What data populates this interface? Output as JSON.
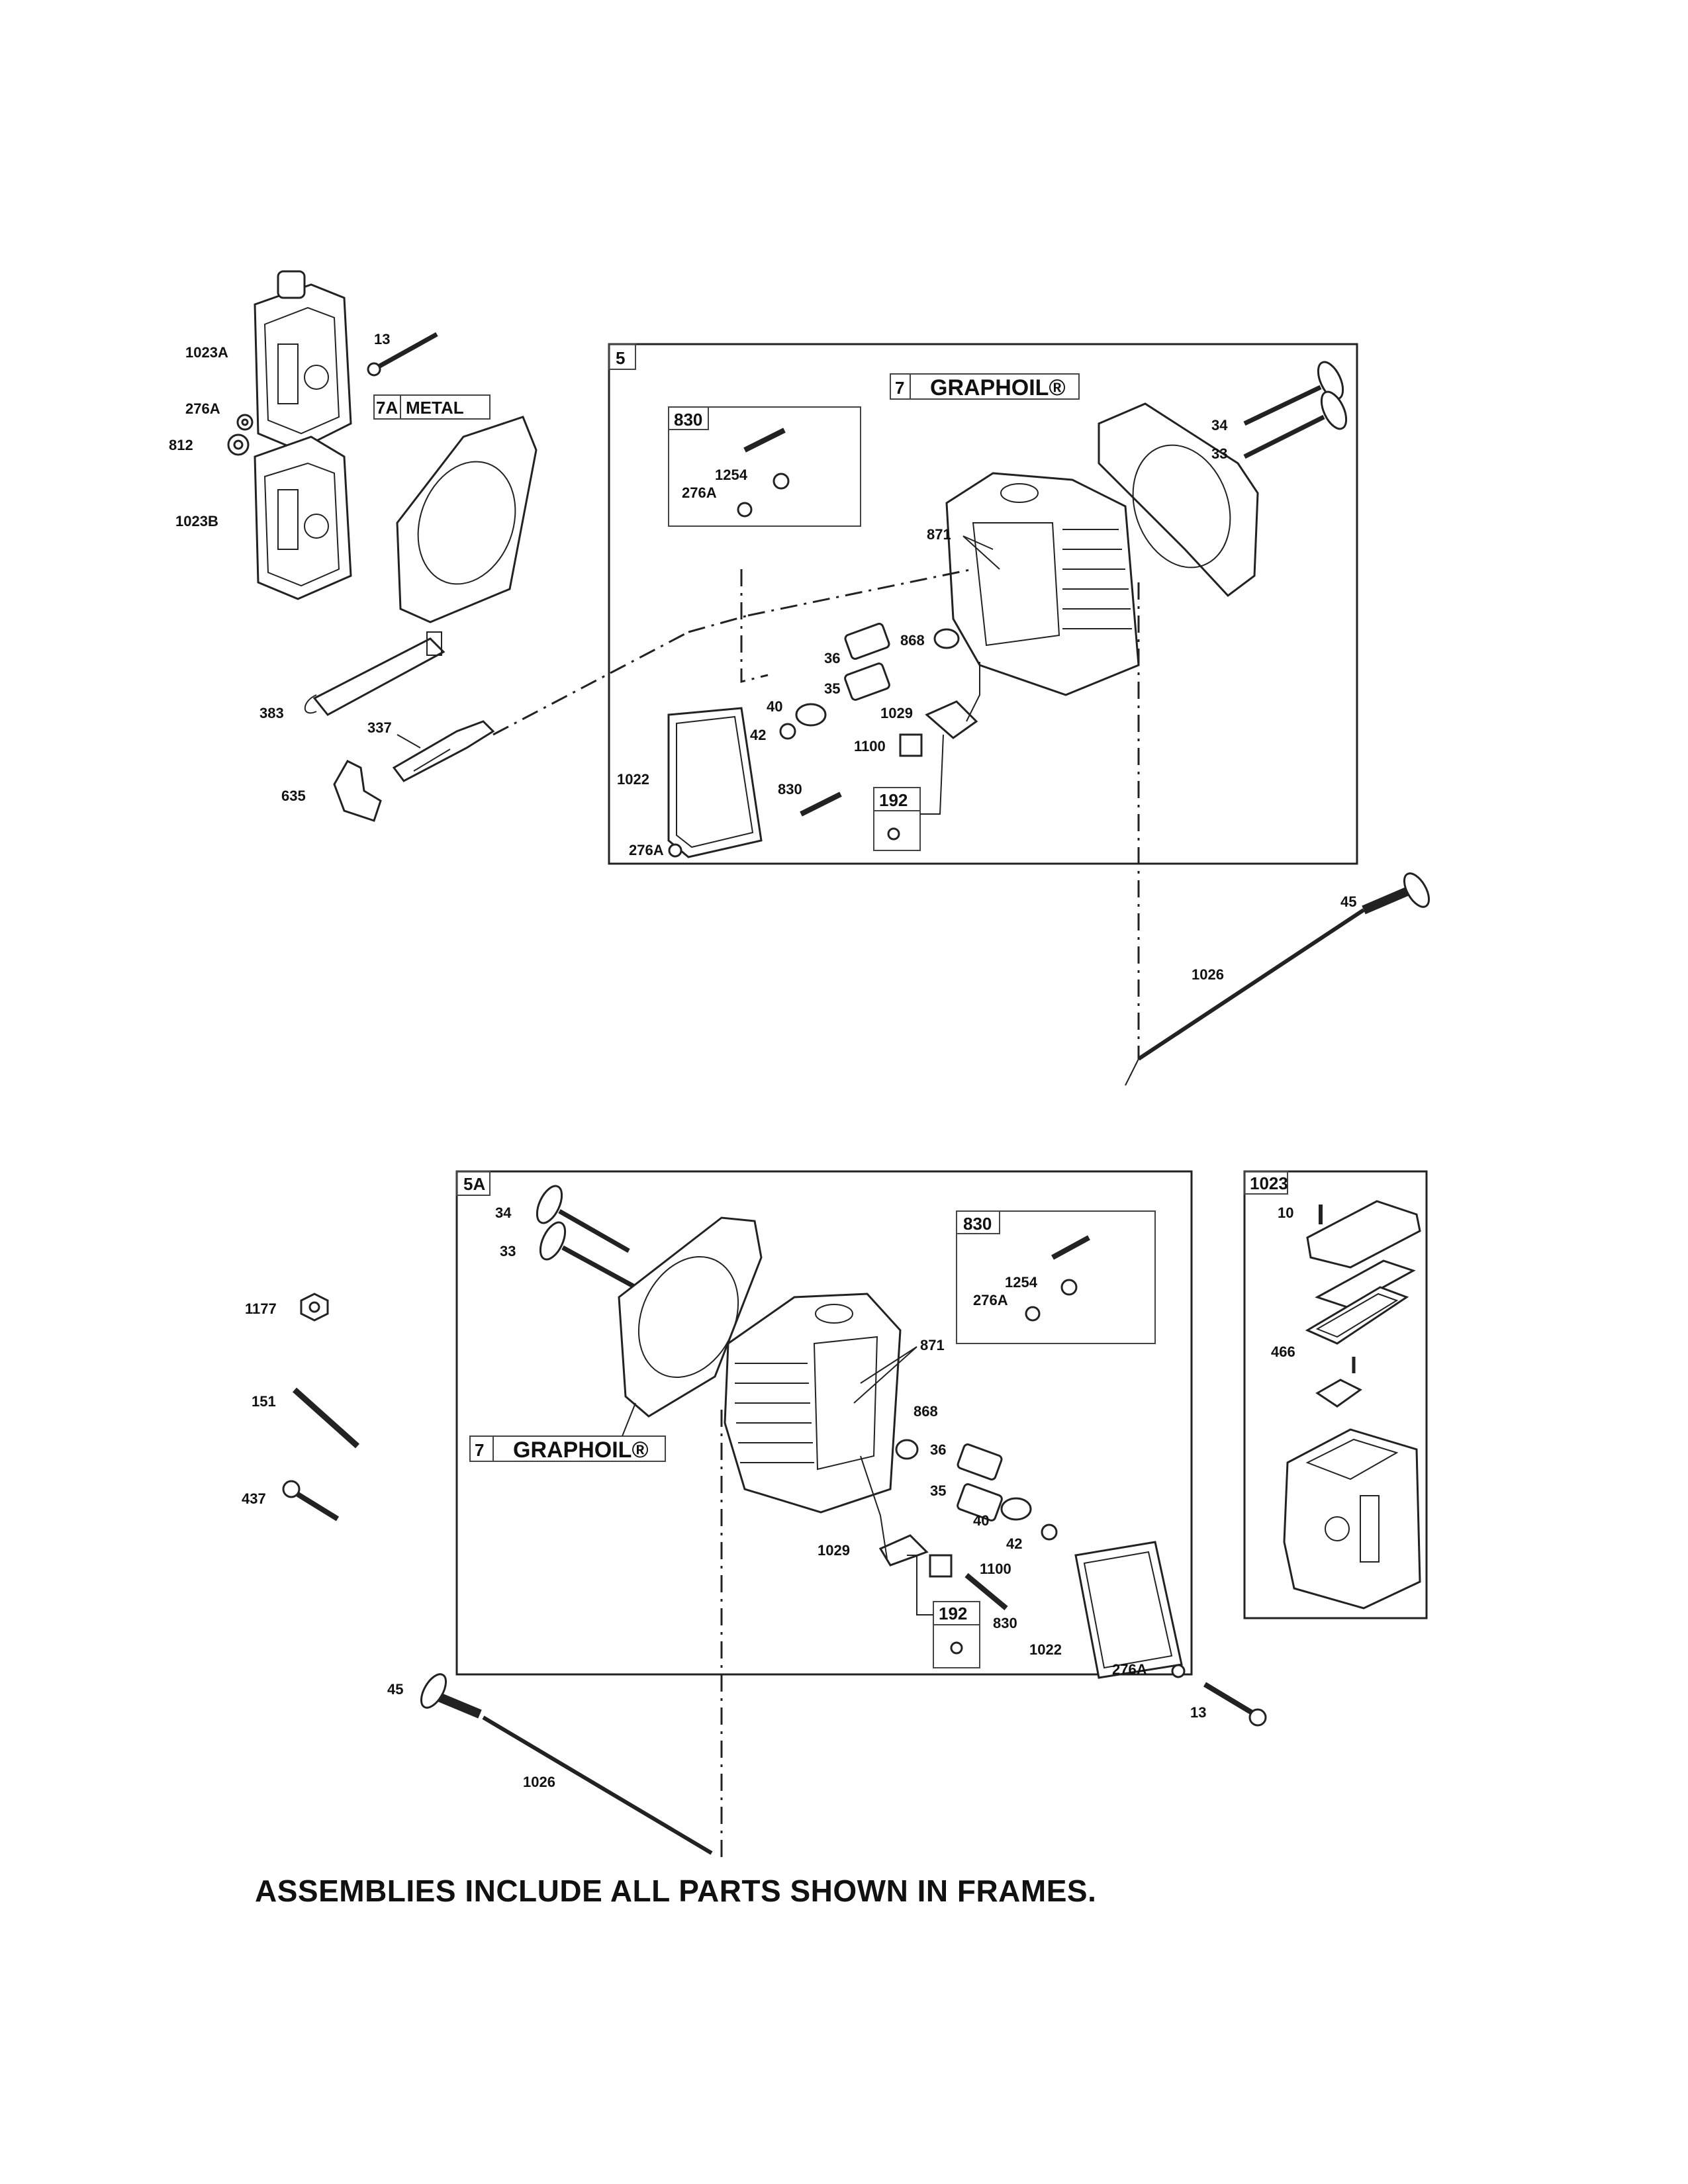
{
  "footer_note": "ASSEMBLIES INCLUDE ALL PARTS SHOWN IN FRAMES.",
  "labels": {
    "p1023A": "1023A",
    "p13_top": "13",
    "p276A_left": "276A",
    "p812": "812",
    "p1023B": "1023B",
    "p7A": "7A",
    "metal": "METAL",
    "p383": "383",
    "p337": "337",
    "p635": "635",
    "p5": "5",
    "p7_top": "7",
    "graphoil_top": "GRAPHOIL®",
    "p34_top": "34",
    "p33_top": "33",
    "p830_box_top": "830",
    "p1254_top": "1254",
    "p276A_box_top": "276A",
    "p871_top": "871",
    "p36_top": "36",
    "p868_top": "868",
    "p35_top": "35",
    "p40_top": "40",
    "p42_top": "42",
    "p1029_top": "1029",
    "p1100_top": "1100",
    "p1022_top": "1022",
    "p830_top": "830",
    "p192_top": "192",
    "p276A_top_bottom": "276A",
    "p45_top": "45",
    "p1026_top": "1026",
    "p5A": "5A",
    "p34_bot": "34",
    "p33_bot": "33",
    "p830_box_bot": "830",
    "p1254_bot": "1254",
    "p276A_box_bot": "276A",
    "p871_bot": "871",
    "p7_bot": "7",
    "graphoil_bot": "GRAPHOIL®",
    "p868_bot": "868",
    "p36_bot": "36",
    "p35_bot": "35",
    "p40_bot": "40",
    "p42_bot": "42",
    "p1029_bot": "1029",
    "p1100_bot": "1100",
    "p192_bot": "192",
    "p830_bot": "830",
    "p1022_bot": "1022",
    "p276A_bot": "276A",
    "p1177": "1177",
    "p151": "151",
    "p437": "437",
    "p45_bot": "45",
    "p1026_bot": "1026",
    "p13_bot": "13",
    "p1023_box": "1023",
    "p10": "10",
    "p466": "466"
  }
}
